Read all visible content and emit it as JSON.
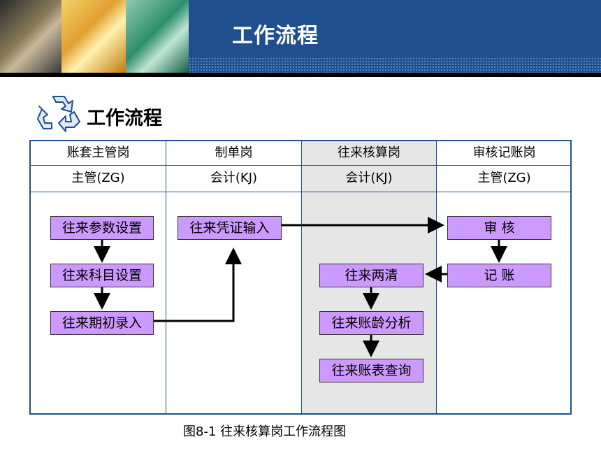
{
  "header": {
    "title": "工作流程"
  },
  "section": {
    "title": "工作流程",
    "icon": "recycle-arrows-icon"
  },
  "table": {
    "columns": [
      {
        "role": "账套主管岗",
        "person": "主管(ZG)"
      },
      {
        "role": "制单岗",
        "person": "会计(KJ)"
      },
      {
        "role": "往来核算岗",
        "person": "会计(KJ)"
      },
      {
        "role": "审核记账岗",
        "person": "主管(ZG)"
      }
    ]
  },
  "steps": {
    "param_setup": "往来参数设置",
    "subject_setup": "往来科目设置",
    "initial_entry": "往来期初录入",
    "voucher_entry": "往来凭证输入",
    "review": "审 核",
    "posting": "记 账",
    "reconcile": "往来两清",
    "aging": "往来账龄分析",
    "ledger_query": "往来账表查询"
  },
  "caption": "图8-1 往来核算岗工作流程图",
  "colors": {
    "header_bg": "#1f4f8f",
    "box_fill": "#cc99ff",
    "shade": "#e6e6e6"
  }
}
